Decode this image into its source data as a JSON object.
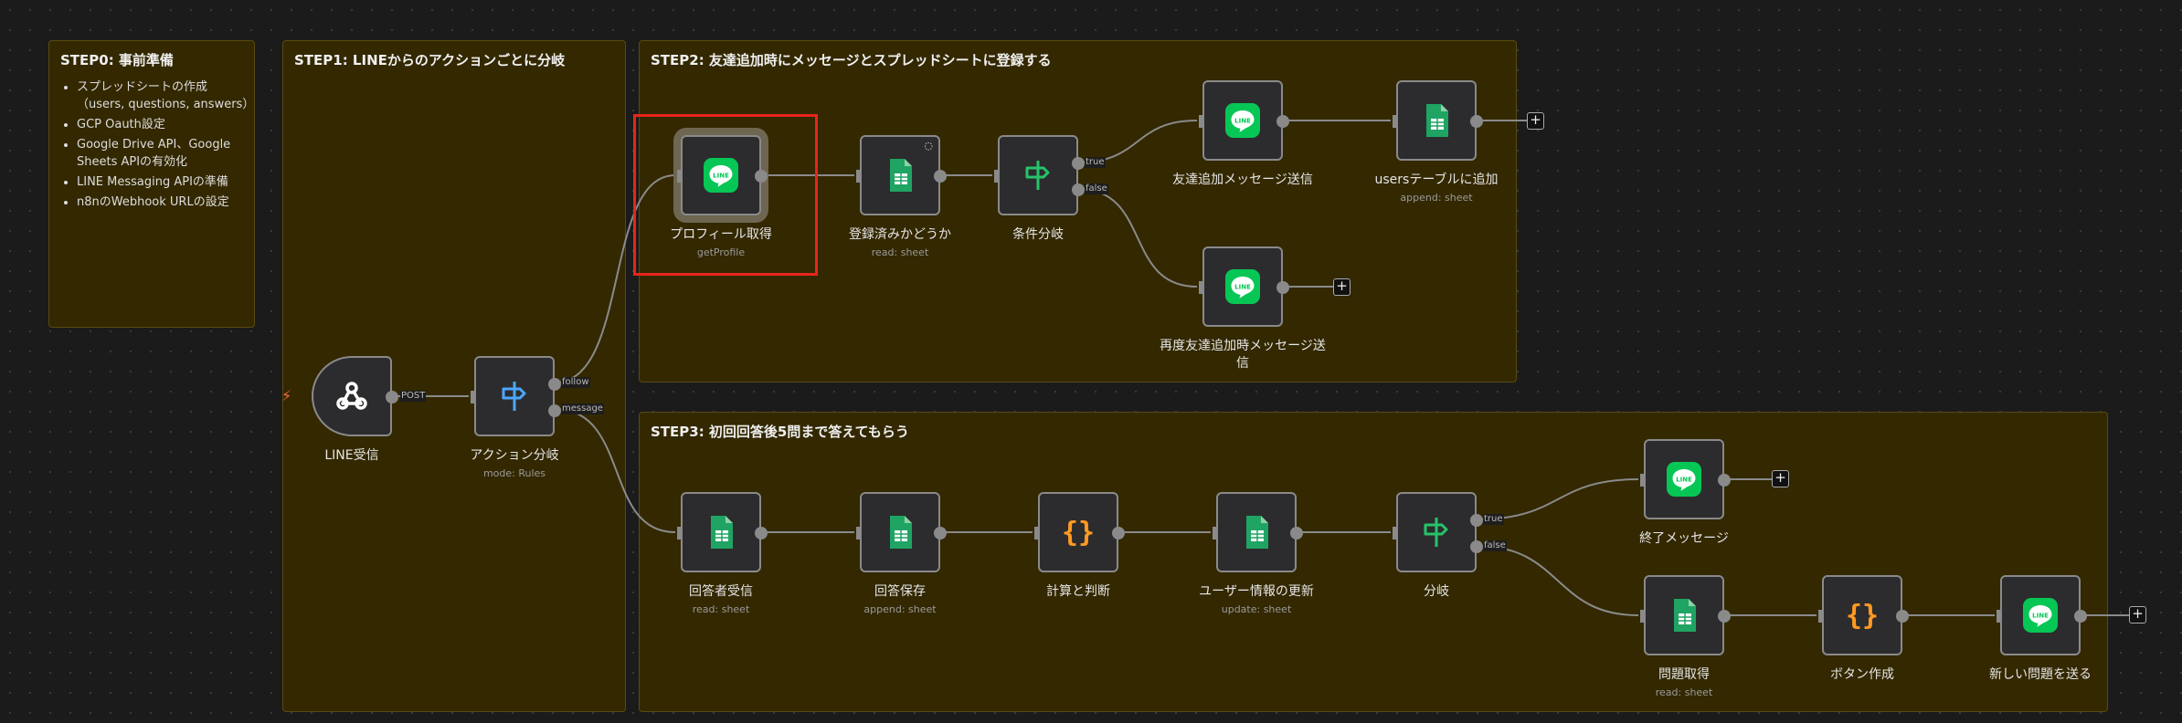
{
  "stickies": {
    "step0": {
      "title": "STEP0: 事前準備",
      "items": [
        "スプレッドシートの作成（users, questions, answers）",
        "GCP Oauth設定",
        "Google Drive API、Google Sheets APIの有効化",
        "LINE Messaging APIの準備",
        "n8nのWebhook URLの設定"
      ]
    },
    "step1": {
      "title": "STEP1: LINEからのアクションごとに分岐"
    },
    "step2": {
      "title": "STEP2: 友達追加時にメッセージとスプレッドシートに登録する"
    },
    "step3": {
      "title": "STEP3: 初回回答後5問まで答えてもらう"
    }
  },
  "nodes": {
    "webhook": {
      "label": "LINE受信",
      "icon": "webhook-icon"
    },
    "action_switch": {
      "label": "アクション分岐",
      "sub": "mode: Rules",
      "icon": "switch-icon"
    },
    "profile": {
      "label": "プロフィール取得",
      "sub": "getProfile",
      "icon": "line-icon"
    },
    "registered": {
      "label": "登録済みかどうか",
      "sub": "read: sheet",
      "icon": "sheets-icon"
    },
    "if1": {
      "label": "条件分岐",
      "icon": "if-icon"
    },
    "friend_msg": {
      "label": "友達追加メッセージ送信",
      "icon": "line-icon"
    },
    "users_add": {
      "label": "usersテーブルに追加",
      "sub": "append: sheet",
      "icon": "sheets-icon"
    },
    "refriend_msg": {
      "label": "再度友達追加時メッセージ送信",
      "icon": "line-icon"
    },
    "answerer": {
      "label": "回答者受信",
      "sub": "read: sheet",
      "icon": "sheets-icon"
    },
    "answer_save": {
      "label": "回答保存",
      "sub": "append: sheet",
      "icon": "sheets-icon"
    },
    "calc": {
      "label": "計算と判断",
      "icon": "code-icon"
    },
    "user_update": {
      "label": "ユーザー情報の更新",
      "sub": "update: sheet",
      "icon": "sheets-icon"
    },
    "if2": {
      "label": "分岐",
      "icon": "if-icon"
    },
    "end_msg": {
      "label": "終了メッセージ",
      "icon": "line-icon"
    },
    "get_question": {
      "label": "問題取得",
      "sub": "read: sheet",
      "icon": "sheets-icon"
    },
    "make_button": {
      "label": "ボタン作成",
      "icon": "code-icon"
    },
    "send_question": {
      "label": "新しい問題を送る",
      "icon": "line-icon"
    }
  },
  "edges": {
    "post": "POST",
    "follow": "follow",
    "message": "message",
    "true": "true",
    "false": "false"
  },
  "plus": "+",
  "colors": {
    "sticky": "#332800",
    "highlight": "#e8251a",
    "line": "#06c755",
    "sheets": "#1fa463",
    "code": "#ff9922"
  }
}
